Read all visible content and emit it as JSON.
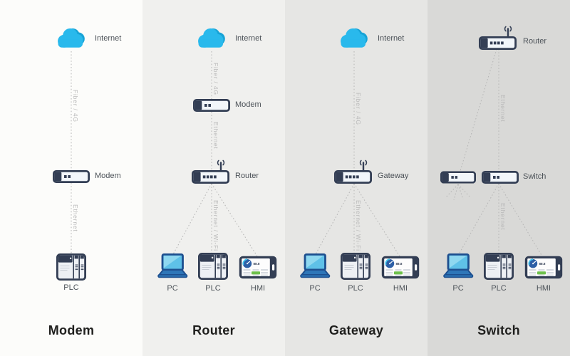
{
  "hmi": {
    "value": "88.8"
  },
  "colors": {
    "cloud_blue": "#29b9ec",
    "device_navy": "#333e54",
    "pc_blue": "#2e76b8",
    "screen_cyan": "#5fc1e8",
    "hmi_green": "#6fc14d",
    "line_gray": "#b5b5b5",
    "bg_col1": "#fcfcfa",
    "bg_col2": "#f0f0ee",
    "bg_col3": "#e6e6e4",
    "bg_col4": "#d9d9d7"
  },
  "icons": {
    "cloud": "cloud-icon",
    "modem": "modem-icon",
    "router": "router-antenna-icon",
    "gateway": "router-antenna-icon",
    "switch": "switch-box-icon",
    "plc": "plc-icon",
    "pc": "laptop-icon",
    "hmi": "hmi-tablet-icon"
  },
  "columns": [
    {
      "title": "Modem",
      "internet_label": "Internet",
      "link_top_label": "Fiber / 4G",
      "modem_label": "Modem",
      "link_bottom_label": "Ethernet",
      "plc_label": "PLC"
    },
    {
      "title": "Router",
      "internet_label": "Internet",
      "link_top_label": "Fiber / 4G",
      "modem_label": "Modem",
      "link_mid_label": "Ethernet",
      "router_label": "Router",
      "link_bottom_label": "Ethernet / Wi-Fi",
      "pc_label": "PC",
      "plc_label": "PLC",
      "hmi_label": "HMI"
    },
    {
      "title": "Gateway",
      "internet_label": "Internet",
      "link_top_label": "Fiber / 4G",
      "gateway_label": "Gateway",
      "link_bottom_label": "Ethernet / Wi-Fi",
      "pc_label": "PC",
      "plc_label": "PLC",
      "hmi_label": "HMI"
    },
    {
      "title": "Switch",
      "router_label": "Router",
      "link_top_label": "Ethernet",
      "switch_label": "Switch",
      "link_bottom_label": "Ethernet",
      "pc_label": "PC",
      "plc_label": "PLC",
      "hmi_label": "HMI"
    }
  ]
}
